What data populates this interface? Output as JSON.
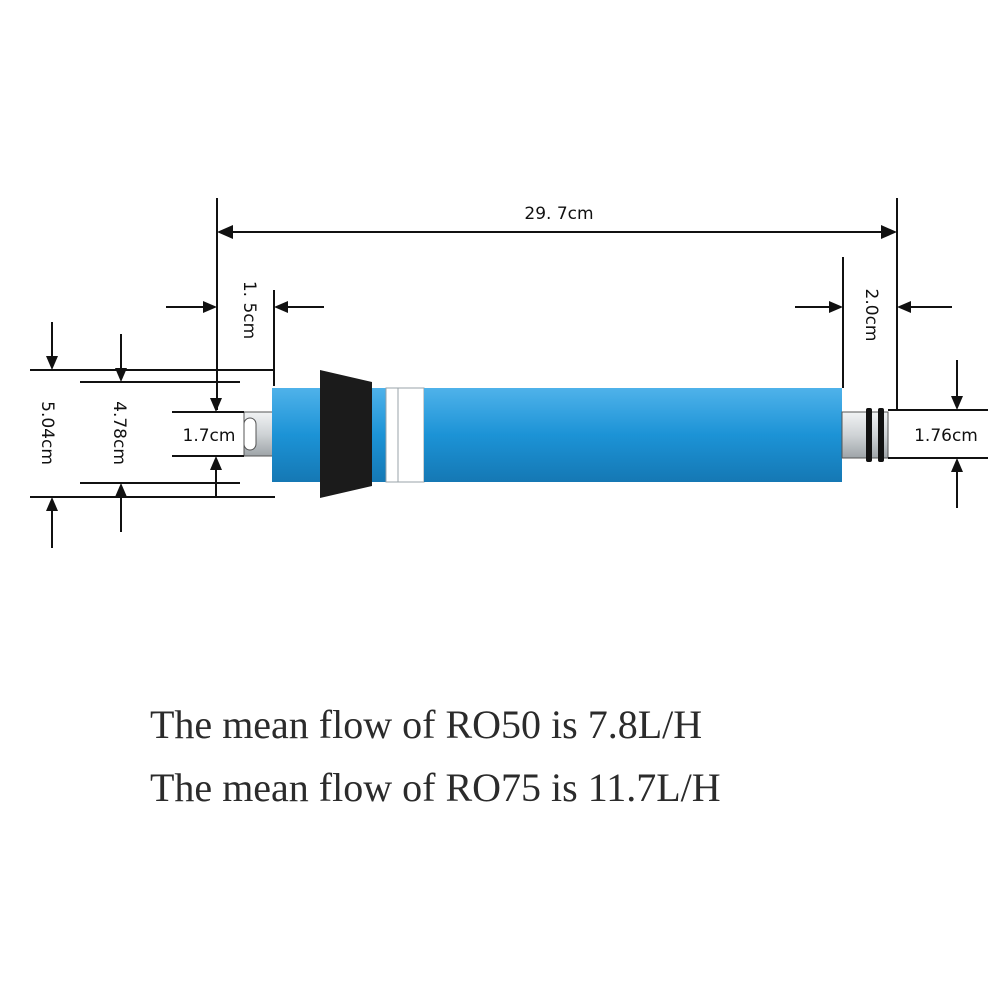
{
  "dimensions": {
    "total_length": "29. 7cm",
    "left_end_length": "1. 5cm",
    "right_end_length": "2.0cm",
    "outer_diameter_large": "5.04cm",
    "outer_diameter_small": "4.78cm",
    "left_port_diameter": "1.7cm",
    "right_port_diameter": "1.76cm"
  },
  "colors": {
    "membrane_body": "#1c93d6",
    "brine_seal": "#1b1b1b",
    "port": "#cfd3d6",
    "lines": "#111111"
  },
  "caption": {
    "line1": "The mean flow of RO50 is 7.8L/H",
    "line2": "The mean flow of RO75 is 11.7L/H"
  }
}
